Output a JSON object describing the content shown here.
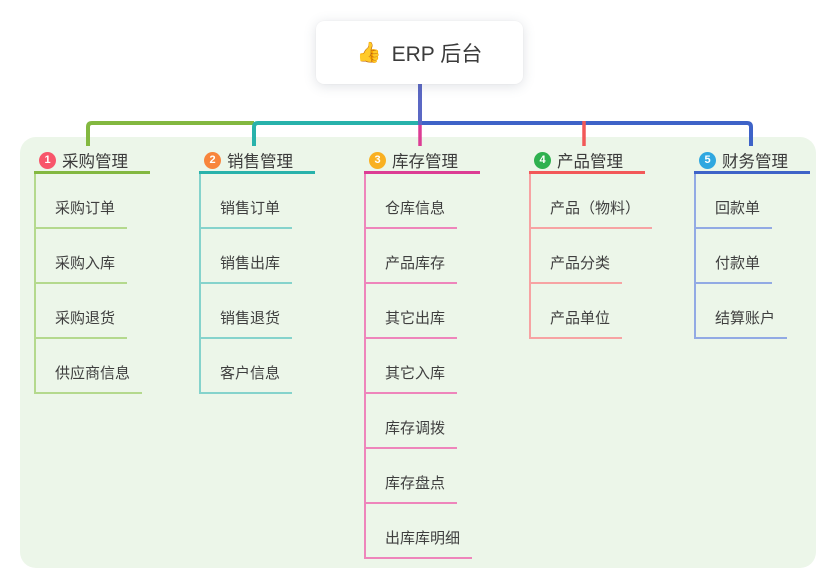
{
  "root": {
    "icon": "thumbs-up-emoji",
    "icon_glyph": "👍",
    "label": "ERP 后台",
    "trunk_line_color": "#5b68c4"
  },
  "panel": {
    "background": "#ecf6e9"
  },
  "branches": [
    {
      "name": "purchase-management",
      "badge": "1",
      "badge_color": "#f8566b",
      "label": "采购管理",
      "line_color": "#83b840",
      "child_line_color": "#b4d98d",
      "children": [
        "采购订单",
        "采购入库",
        "采购退货",
        "供应商信息"
      ]
    },
    {
      "name": "sales-management",
      "badge": "2",
      "badge_color": "#f8853c",
      "label": "销售管理",
      "line_color": "#28b2ab",
      "child_line_color": "#85d3cc",
      "children": [
        "销售订单",
        "销售出库",
        "销售退货",
        "客户信息"
      ]
    },
    {
      "name": "inventory-management",
      "badge": "3",
      "badge_color": "#f9b021",
      "label": "库存管理",
      "line_color": "#dc3d94",
      "child_line_color": "#ee85bb",
      "children": [
        "仓库信息",
        "产品库存",
        "其它出库",
        "其它入库",
        "库存调拨",
        "库存盘点",
        "出库库明细"
      ]
    },
    {
      "name": "product-management",
      "badge": "4",
      "badge_color": "#2fb14f",
      "label": "产品管理",
      "line_color": "#f25858",
      "child_line_color": "#f7a3a3",
      "children": [
        "产品（物料）",
        "产品分类",
        "产品单位"
      ]
    },
    {
      "name": "finance-management",
      "badge": "5",
      "badge_color": "#2fa7e0",
      "label": "财务管理",
      "line_color": "#3e63c8",
      "child_line_color": "#92aae4",
      "children": [
        "回款单",
        "付款单",
        "结算账户"
      ]
    }
  ]
}
